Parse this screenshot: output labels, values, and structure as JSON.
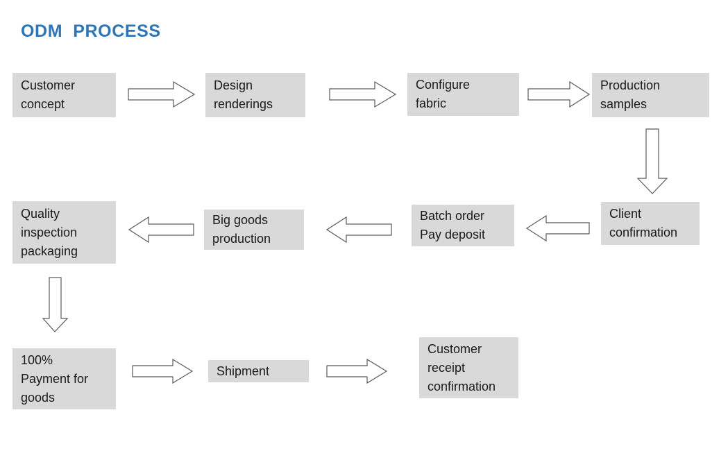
{
  "page": {
    "title": "ODM  PROCESS",
    "title_color": "#2e75b6",
    "background_color": "#ffffff",
    "node_fill_color": "#d9d9d9",
    "node_text_color": "#1a1a1a",
    "arrow_fill_color": "#ffffff",
    "arrow_stroke_color": "#595959"
  },
  "flow": {
    "row1": {
      "node1": "Customer\nconcept",
      "arrow1": "arrow-right",
      "node2": "Design\nrenderings",
      "arrow2": "arrow-right",
      "node3": "Configure\nfabric",
      "arrow3": "arrow-right",
      "node4": "Production\nsamples"
    },
    "connector_down_right": "arrow-down",
    "row2": {
      "node1": "Quality\ninspection\npackaging",
      "arrow1": "arrow-left",
      "node2": "Big goods\nproduction",
      "arrow2": "arrow-left",
      "node3": "Batch order\nPay deposit",
      "arrow3": "arrow-left",
      "node4": "Client\nconfirmation"
    },
    "connector_down_left": "arrow-down",
    "row3": {
      "node1": "100%\nPayment for\ngoods",
      "arrow1": "arrow-right",
      "node2": "Shipment",
      "arrow2": "arrow-right",
      "node3": "Customer\nreceipt\nconfirmation"
    }
  }
}
